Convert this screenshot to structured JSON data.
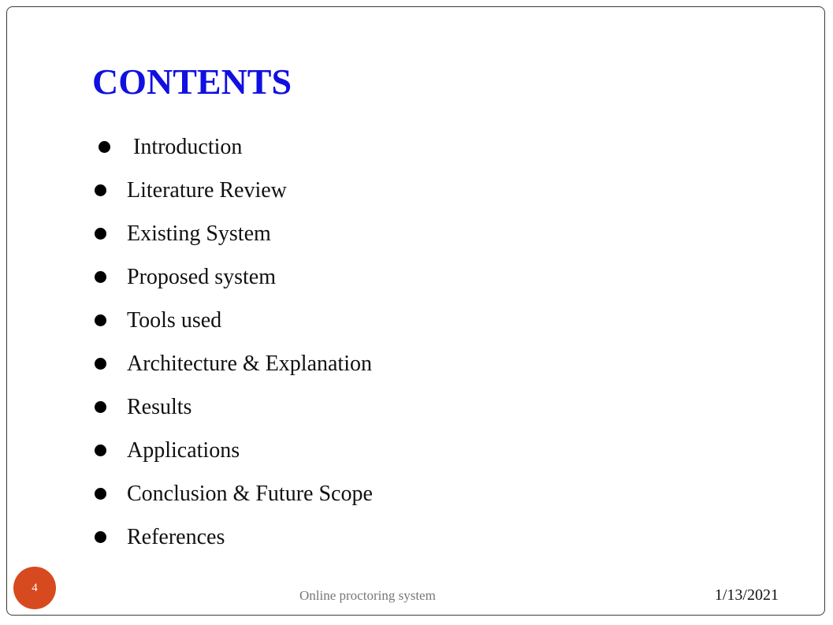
{
  "slide": {
    "title": "CONTENTS",
    "items": [
      "Introduction",
      "Literature Review",
      "Existing System",
      "Proposed system",
      "Tools used",
      "Architecture & Explanation",
      "Results",
      "Applications",
      "Conclusion & Future Scope",
      "References"
    ],
    "page_number": "4",
    "footer_text": "Online proctoring system",
    "date": "1/13/2021"
  },
  "colors": {
    "title": "#1010e0",
    "page_badge": "#d74a1f",
    "footer_text": "#777777"
  }
}
